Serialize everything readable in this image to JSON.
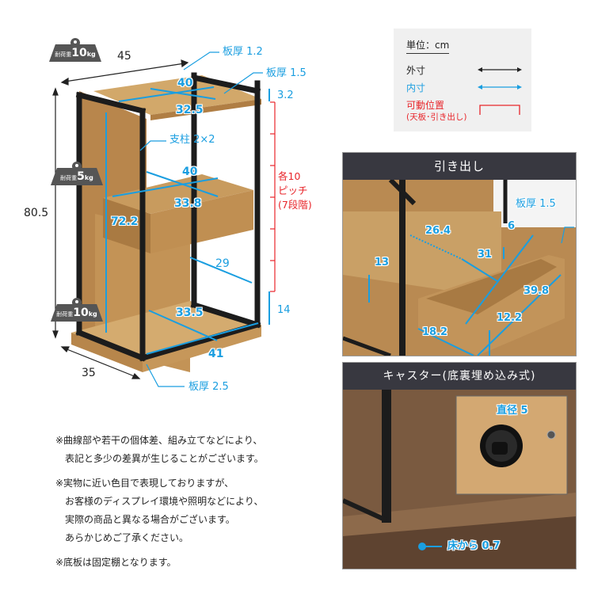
{
  "legend": {
    "unit_label": "単位：cm",
    "outer_label": "外寸",
    "inner_label": "内寸",
    "movable_label": "可動位置",
    "movable_sub": "(天板･引き出し)",
    "colors": {
      "outer": "#222222",
      "inner": "#1a9ee0",
      "movable": "#e8262b"
    }
  },
  "main_diagram": {
    "weight_badges": [
      {
        "label": "耐荷重",
        "value": "10",
        "unit": "kg"
      },
      {
        "label": "耐荷重",
        "value": "5",
        "unit": "kg"
      },
      {
        "label": "耐荷重",
        "value": "10",
        "unit": "kg"
      }
    ],
    "outer": {
      "width": "45",
      "height": "80.5",
      "depth": "35"
    },
    "board_thickness": {
      "top": "板厚 1.2",
      "shelf": "板厚 1.5",
      "bottom": "板厚 2.5"
    },
    "pillar": "支柱 2×2",
    "top_shelf": {
      "width": "40",
      "depth": "32.5",
      "gap": "3.2"
    },
    "drawer_unit": {
      "width": "40",
      "depth": "33.8"
    },
    "inner_height": "72.2",
    "side_depth": "29",
    "bottom_shelf": {
      "depth": "33.5",
      "width": "41",
      "gap": "14"
    },
    "pitch": {
      "line1": "各10",
      "line2": "ピッチ",
      "line3": "(7段階)"
    }
  },
  "drawer_panel": {
    "title": "引き出し",
    "board_thickness": "板厚 1.5",
    "dims": {
      "inner_height": "6",
      "opening_depth": "26.4",
      "inner_width": "31",
      "outer_height_left": "13",
      "outer_width": "39.8",
      "front_height": "12.2",
      "side": "18.2"
    }
  },
  "caster_panel": {
    "title": "キャスター(底裏埋め込み式)",
    "diameter": "直径 5",
    "clearance": "床から 0.7"
  },
  "notes": [
    {
      "lines": [
        "※曲線部や若干の個体差、組み立てなどにより、",
        "表記と多少の差異が生じることがございます。"
      ]
    },
    {
      "lines": [
        "※実物に近い色目で表現しておりますが、",
        "お客様のディスプレイ環境や照明などにより、",
        "実際の商品と異なる場合がございます。",
        "あらかじめご了承ください。"
      ]
    },
    {
      "lines": [
        "※底板は固定棚となります。"
      ]
    }
  ]
}
